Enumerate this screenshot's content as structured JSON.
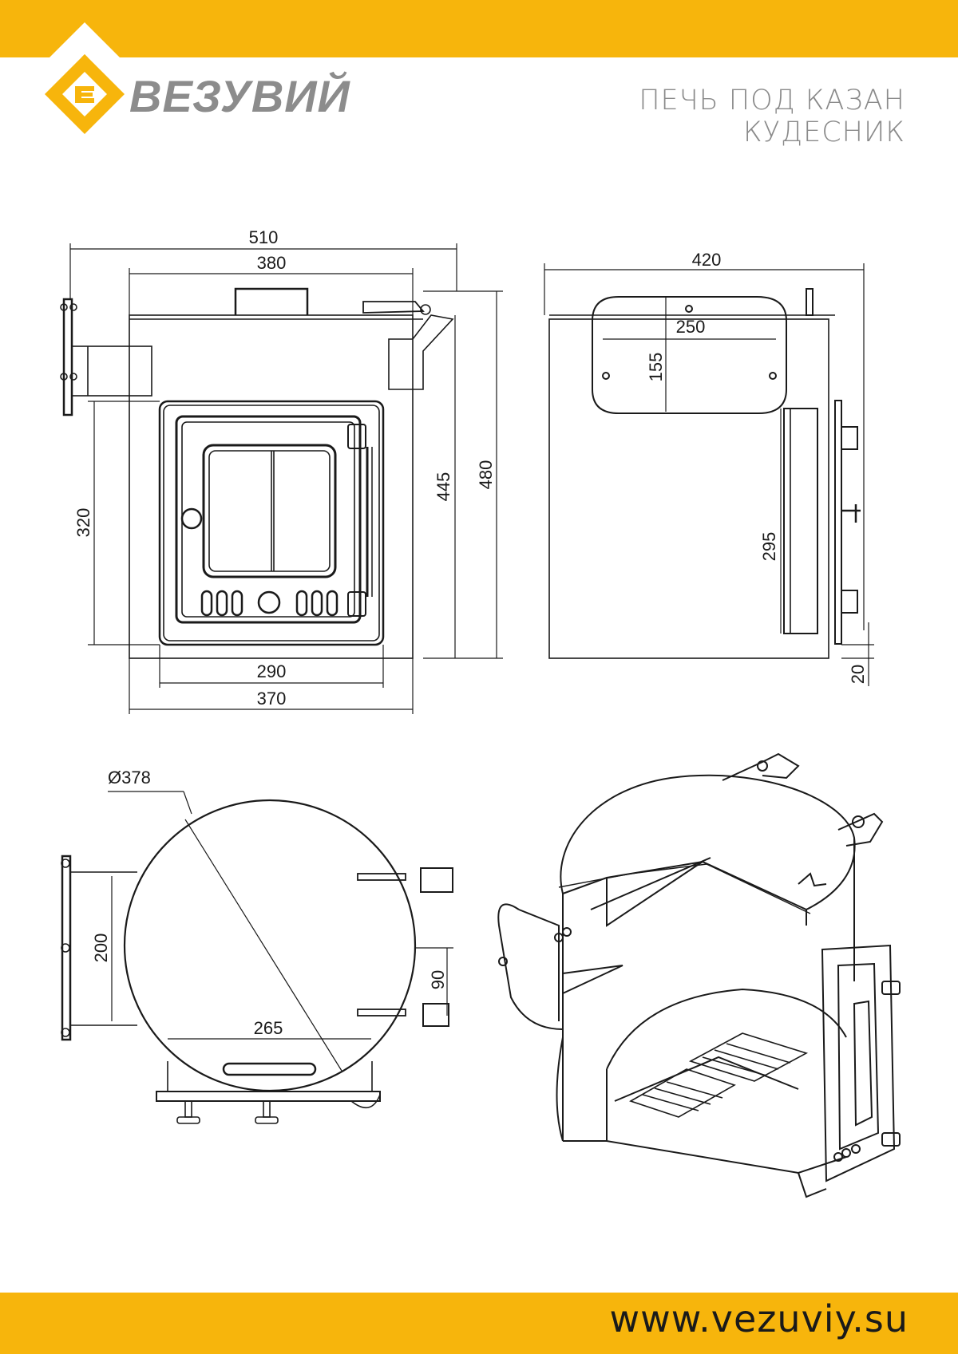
{
  "brand": {
    "name": "ВЕЗУВИЙ",
    "accent_color": "#f7b50c",
    "logo_icon": "vezuviy-diamond-logo"
  },
  "product": {
    "line1": "ПЕЧЬ ПОД КАЗАН",
    "line2": "КУДЕСНИК"
  },
  "footer": {
    "website": "www.vezuviy.su"
  },
  "front_view": {
    "dimensions": {
      "overall_width": "510",
      "top_width": "380",
      "height_body": "445",
      "height_total": "480",
      "door_height": "320",
      "door_width": "290",
      "base_width": "370"
    }
  },
  "side_view": {
    "dimensions": {
      "depth": "420",
      "plate_width": "250",
      "plate_height": "155",
      "door_height": "295",
      "leg_height": "20"
    }
  },
  "top_view": {
    "dimensions": {
      "diameter": "Ø378",
      "flue_width": "200",
      "handle_offset": "90",
      "handle_span": "265"
    }
  },
  "iso_view": {
    "icon": "stove-cutaway-isometric"
  }
}
